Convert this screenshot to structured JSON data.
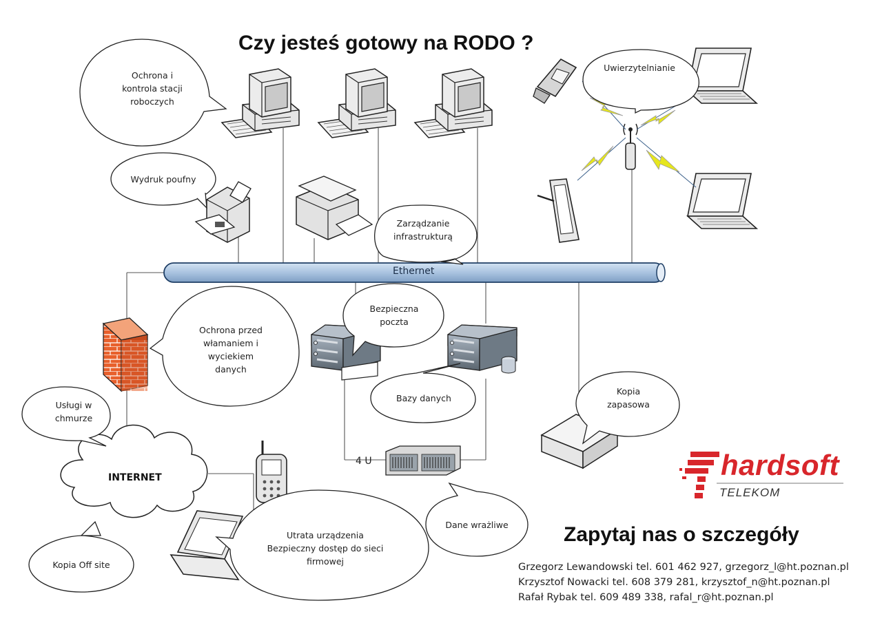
{
  "title": "Czy jesteś gotowy na RODO ?",
  "ethernet_label": "Ethernet",
  "internet_label": "INTERNET",
  "rack_label": "4 U",
  "bubbles": {
    "workstations": [
      "Ochrona i",
      "kontrola stacji",
      "roboczych"
    ],
    "print": [
      "Wydruk poufny"
    ],
    "infrastructure": [
      "Zarządzanie",
      "infrastrukturą"
    ],
    "authentication": [
      "Uwierzytelnianie"
    ],
    "intrusion": [
      "Ochrona przed",
      "włamaniem i",
      "wyciekiem",
      "danych"
    ],
    "mail": [
      "Bezpieczna",
      "poczta"
    ],
    "databases": [
      "Bazy danych"
    ],
    "backup": [
      "Kopia",
      "zapasowa"
    ],
    "cloud": [
      "Usługi w",
      "chmurze"
    ],
    "sensitive": [
      "Dane wrażliwe"
    ],
    "device_loss": [
      "Utrata urządzenia",
      "Bezpieczny dostęp do sieci",
      "firmowej"
    ],
    "offsite": [
      "Kopia Off site"
    ]
  },
  "cta": "Zapytaj nas o szczegóły",
  "contacts": [
    "Grzegorz Lewandowski tel. 601 462 927, grzegorz_l@ht.poznan.pl",
    "Krzysztof Nowacki tel. 608 379 281, krzysztof_n@ht.poznan.pl",
    "Rafał Rybak tel. 609 489 338, rafal_r@ht.poznan.pl"
  ],
  "logo": {
    "name": "hardsoft",
    "sub": "TELEKOM",
    "color": "#d8262b"
  },
  "colors": {
    "ethernet": "#a9c3e0",
    "firewall": "#e8602c",
    "lightning": "#e6e61e"
  }
}
